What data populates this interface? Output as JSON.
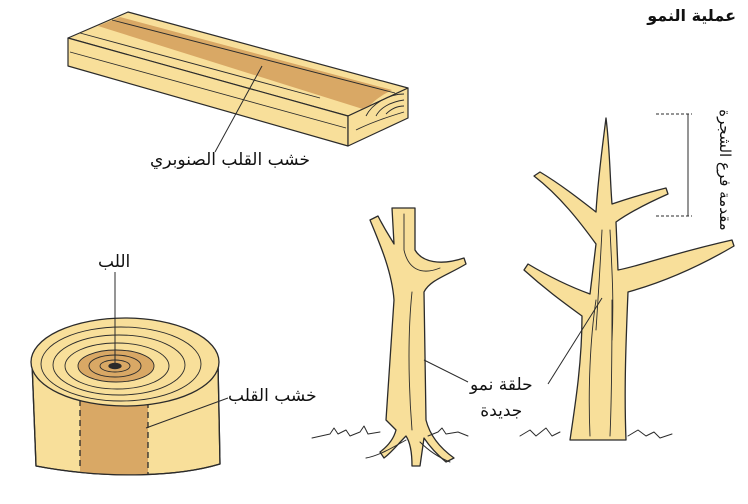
{
  "title": "عملية النمو",
  "labels": {
    "plank": "خشب القلب الصنوبري",
    "pith": "اللب",
    "heartwood": "خشب القلب",
    "growth_ring_line1": "حلقة نمو",
    "growth_ring_line2": "جديدة",
    "branch_tip": "مقدمة فرع الشجرة"
  },
  "colors": {
    "wood_light": "#f8df9a",
    "wood_heart": "#d9a865",
    "ink": "#2b2b2b"
  }
}
